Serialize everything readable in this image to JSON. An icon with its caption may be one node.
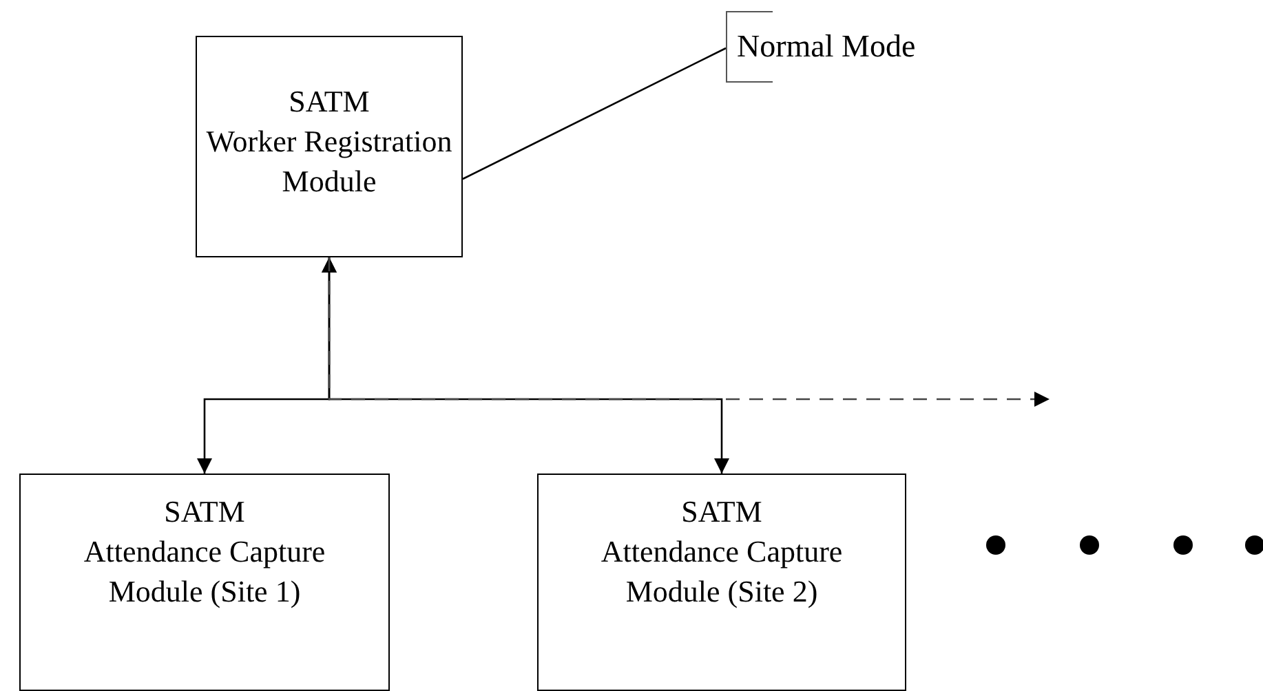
{
  "diagram": {
    "nodes": [
      {
        "text": [
          "SATM",
          "Worker Registration Module"
        ]
      },
      {
        "text": [
          "Normal Mode"
        ]
      },
      {
        "text": [
          "SATM",
          "Attendance Capture Module (Site 1)"
        ]
      },
      {
        "text": [
          "SATM",
          "Attendance Capture Module (Site 2)"
        ]
      }
    ],
    "edges": [
      {
        "from": 0,
        "to": 2,
        "arrow": "both"
      },
      {
        "from": 0,
        "to": 3,
        "arrow": "both"
      },
      {
        "from": 0,
        "to": null,
        "arrow": "to",
        "style": "dashed"
      },
      {
        "from": 1,
        "to": 0,
        "arrow": "none"
      }
    ]
  }
}
